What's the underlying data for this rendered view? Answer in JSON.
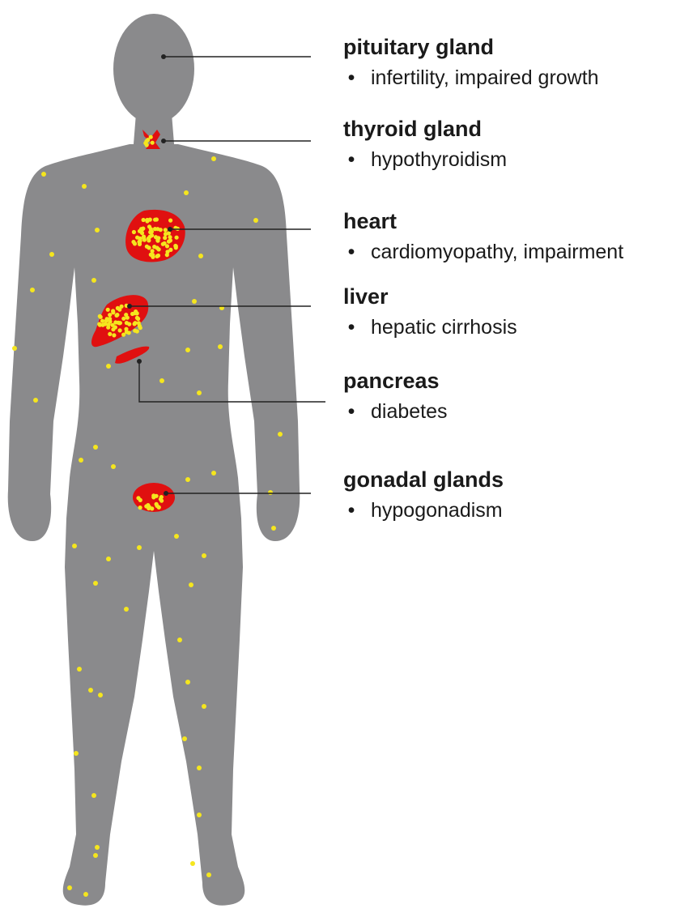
{
  "labels": [
    {
      "organ": "pituitary gland",
      "condition": "infertility, impaired growth"
    },
    {
      "organ": "thyroid gland",
      "condition": "hypothyroidism"
    },
    {
      "organ": "heart",
      "condition": "cardiomyopathy, impairment"
    },
    {
      "organ": "liver",
      "condition": "hepatic cirrhosis"
    },
    {
      "organ": "pancreas",
      "condition": "diabetes"
    },
    {
      "organ": "gonadal glands",
      "condition": "hypogonadism"
    }
  ],
  "colors": {
    "body": "#8a8a8c",
    "organ": "#e01010",
    "deposit": "#f5e61e",
    "leader": "#222222",
    "text": "#1a1a1a"
  }
}
